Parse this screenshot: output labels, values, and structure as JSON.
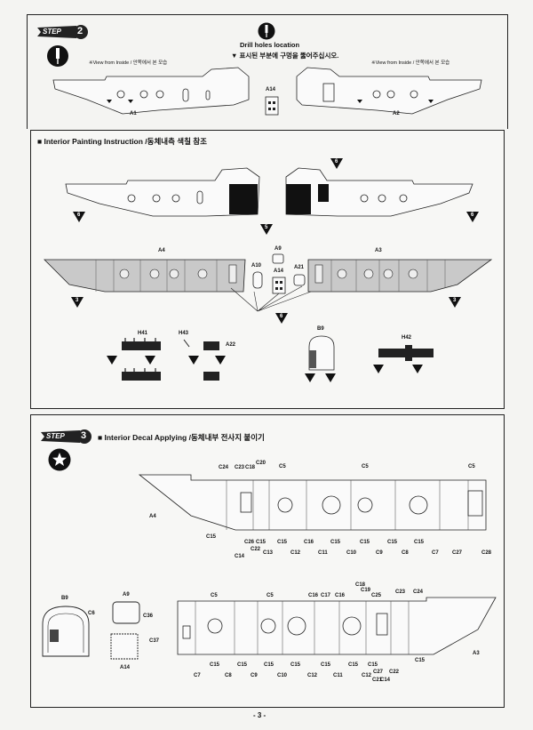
{
  "step2": {
    "badge": "STEP",
    "number": "2",
    "drill_title": "Drill holes location",
    "drill_korean": "▼ 표시된 부분에 구멍을 뚫어주십시오.",
    "view_left": "※View from Inside / 안쪽에서 본 모습",
    "view_right": "※View from Inside / 안쪽에서 본 모습",
    "parts": [
      "A1",
      "A14",
      "A2"
    ]
  },
  "painting": {
    "title": "■ Interior Painting Instruction /동체내측 색칠 참조",
    "parts": [
      "A4",
      "A3",
      "A9",
      "A10",
      "A14",
      "A21",
      "H41",
      "H43",
      "A22",
      "B9",
      "H42"
    ],
    "color_codes": [
      "6",
      "5",
      "6",
      "6",
      "3",
      "3",
      "6",
      "6",
      "7",
      "6",
      "7",
      "3",
      "6",
      "8",
      "15"
    ]
  },
  "step3": {
    "badge": "STEP",
    "number": "3",
    "title": "■ Interior Decal Applying /동체내부 전사지 붙이기",
    "upper_labels": [
      "C24",
      "C23",
      "C18",
      "C20",
      "C5",
      "C5",
      "C5",
      "A4",
      "C15",
      "C26",
      "C14",
      "C22",
      "C15",
      "C13",
      "C15",
      "C16",
      "C12",
      "C11",
      "C15",
      "C10",
      "C15",
      "C9",
      "C15",
      "C8",
      "C15",
      "C7",
      "C27",
      "C28"
    ],
    "left_labels": [
      "B9",
      "C6",
      "A9",
      "C36",
      "C37",
      "A14"
    ],
    "lower_labels": [
      "C5",
      "C5",
      "C16",
      "C17",
      "C16",
      "C18",
      "C19",
      "C25",
      "C23",
      "C24",
      "C7",
      "C15",
      "C8",
      "C15",
      "C9",
      "C15",
      "C10",
      "C15",
      "C12",
      "C15",
      "C11",
      "C15",
      "C12",
      "C15",
      "C27",
      "C21",
      "C22",
      "C14",
      "C15",
      "A3"
    ]
  },
  "page_number": "- 3 -"
}
